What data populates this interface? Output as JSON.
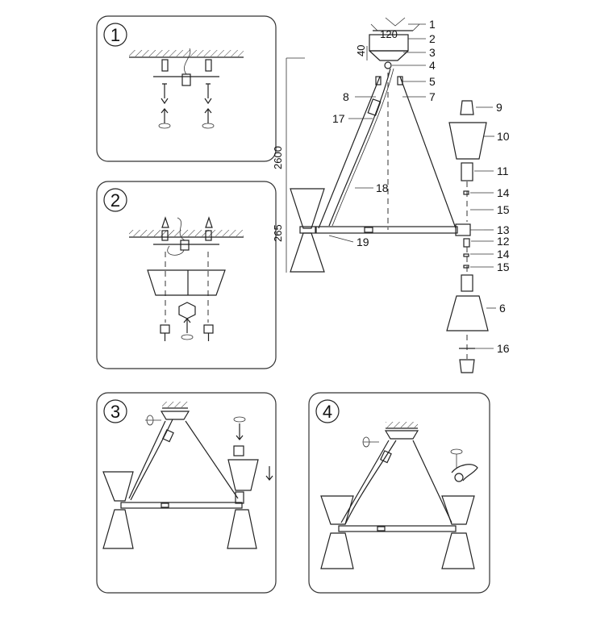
{
  "steps": {
    "s1": "1",
    "s2": "2",
    "s3": "3",
    "s4": "4"
  },
  "dimensions": {
    "d120": "120",
    "d40": "40",
    "d2600": "2600",
    "d265": "265"
  },
  "parts": {
    "p1": "1",
    "p2": "2",
    "p3": "3",
    "p4": "4",
    "p5": "5",
    "p6": "6",
    "p7": "7",
    "p8": "8",
    "p9": "9",
    "p10": "10",
    "p11": "11",
    "p12": "12",
    "p13": "13",
    "p14a": "14",
    "p14b": "14",
    "p15a": "15",
    "p15b": "15",
    "p16": "16",
    "p17": "17",
    "p18": "18",
    "p19": "19"
  }
}
